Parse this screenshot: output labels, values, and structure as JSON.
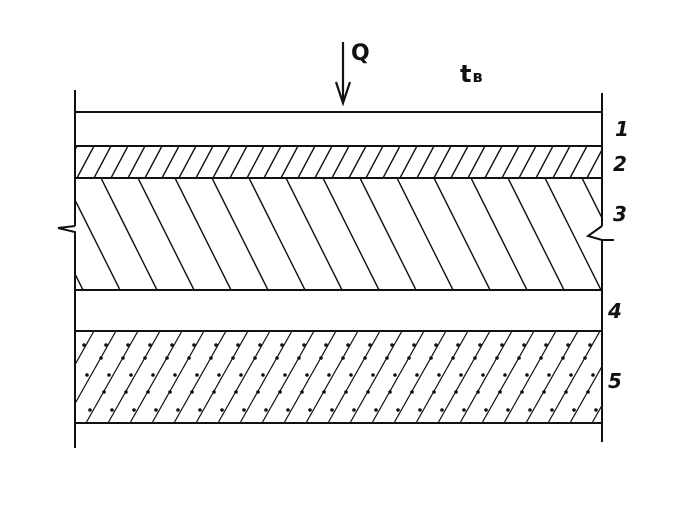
{
  "diagram": {
    "heat_flow_label": "Q",
    "temperature_label": {
      "base": "t",
      "subscript": "в"
    },
    "layers": [
      {
        "label": "1",
        "fill": "blank"
      },
      {
        "label": "2",
        "fill": "hatch-dense"
      },
      {
        "label": "3",
        "fill": "hatch-wide-with-break"
      },
      {
        "label": "4",
        "fill": "blank"
      },
      {
        "label": "5",
        "fill": "hatch-with-dots"
      }
    ],
    "line_color": "#111111"
  }
}
